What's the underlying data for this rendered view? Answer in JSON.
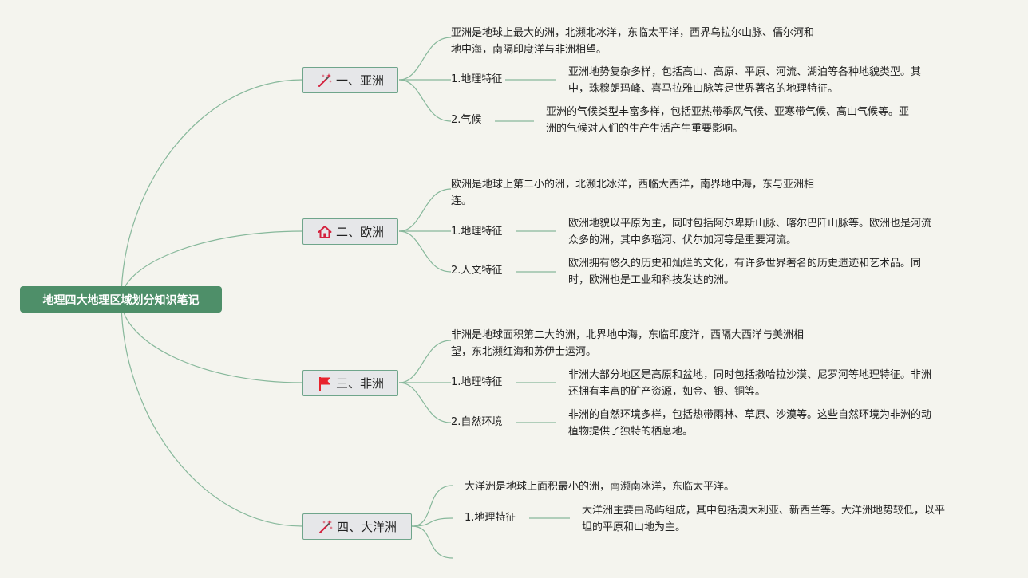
{
  "root": {
    "title": "地理四大地理区域划分知识笔记"
  },
  "colors": {
    "line": "#87b89b",
    "root_bg": "#4e8f69",
    "branch_bg": "#e6e7e9",
    "branch_border": "#6fa58b",
    "flag": "#e8232d",
    "icon_accent": "#d4213d"
  },
  "branches": [
    {
      "label": "一、亚洲",
      "icon": "magic-wand-icon",
      "intro": [
        "亚洲是地球上最大的洲，北濒北冰洋，东临太平洋，西界乌拉尔山脉、儒尔河和",
        "地中海，南隔印度洋与非洲相望。"
      ],
      "items": [
        {
          "label": "1.地理特征",
          "text": [
            "亚洲地势复杂多样，包括高山、高原、平原、河流、湖泊等各种地貌类型。其",
            "中，珠穆朗玛峰、喜马拉雅山脉等是世界著名的地理特征。"
          ]
        },
        {
          "label": "2.气候",
          "text": [
            "亚洲的气候类型丰富多样，包括亚热带季风气候、亚寒带气候、高山气候等。亚",
            "洲的气候对人们的生产生活产生重要影响。"
          ]
        }
      ]
    },
    {
      "label": "二、欧洲",
      "icon": "home-icon",
      "intro": [
        "欧洲是地球上第二小的洲，北濒北冰洋，西临大西洋，南界地中海，东与亚洲相",
        "连。"
      ],
      "items": [
        {
          "label": "1.地理特征",
          "text": [
            "欧洲地貌以平原为主，同时包括阿尔卑斯山脉、喀尔巴阡山脉等。欧洲也是河流",
            "众多的洲，其中多瑙河、伏尔加河等是重要河流。"
          ]
        },
        {
          "label": "2.人文特征",
          "text": [
            "欧洲拥有悠久的历史和灿烂的文化，有许多世界著名的历史遗迹和艺术品。同",
            "时，欧洲也是工业和科技发达的洲。"
          ]
        }
      ]
    },
    {
      "label": "三、非洲",
      "icon": "flag-icon",
      "intro": [
        "非洲是地球面积第二大的洲，北界地中海，东临印度洋，西隔大西洋与美洲相",
        "望，东北濒红海和苏伊士运河。"
      ],
      "items": [
        {
          "label": "1.地理特征",
          "text": [
            "非洲大部分地区是高原和盆地，同时包括撒哈拉沙漠、尼罗河等地理特征。非洲",
            "还拥有丰富的矿产资源，如金、银、铜等。"
          ]
        },
        {
          "label": "2.自然环境",
          "text": [
            "非洲的自然环境多样，包括热带雨林、草原、沙漠等。这些自然环境为非洲的动",
            "植物提供了独特的栖息地。"
          ]
        }
      ]
    },
    {
      "label": "四、大洋洲",
      "icon": "magic-wand-icon",
      "intro": [
        "大洋洲是地球上面积最小的洲，南濒南冰洋，东临太平洋。"
      ],
      "items": [
        {
          "label": "1.地理特征",
          "text": [
            "大洋洲主要由岛屿组成，其中包括澳大利亚、新西兰等。大洋洲地势较低，以平",
            "坦的平原和山地为主。"
          ]
        }
      ]
    }
  ]
}
